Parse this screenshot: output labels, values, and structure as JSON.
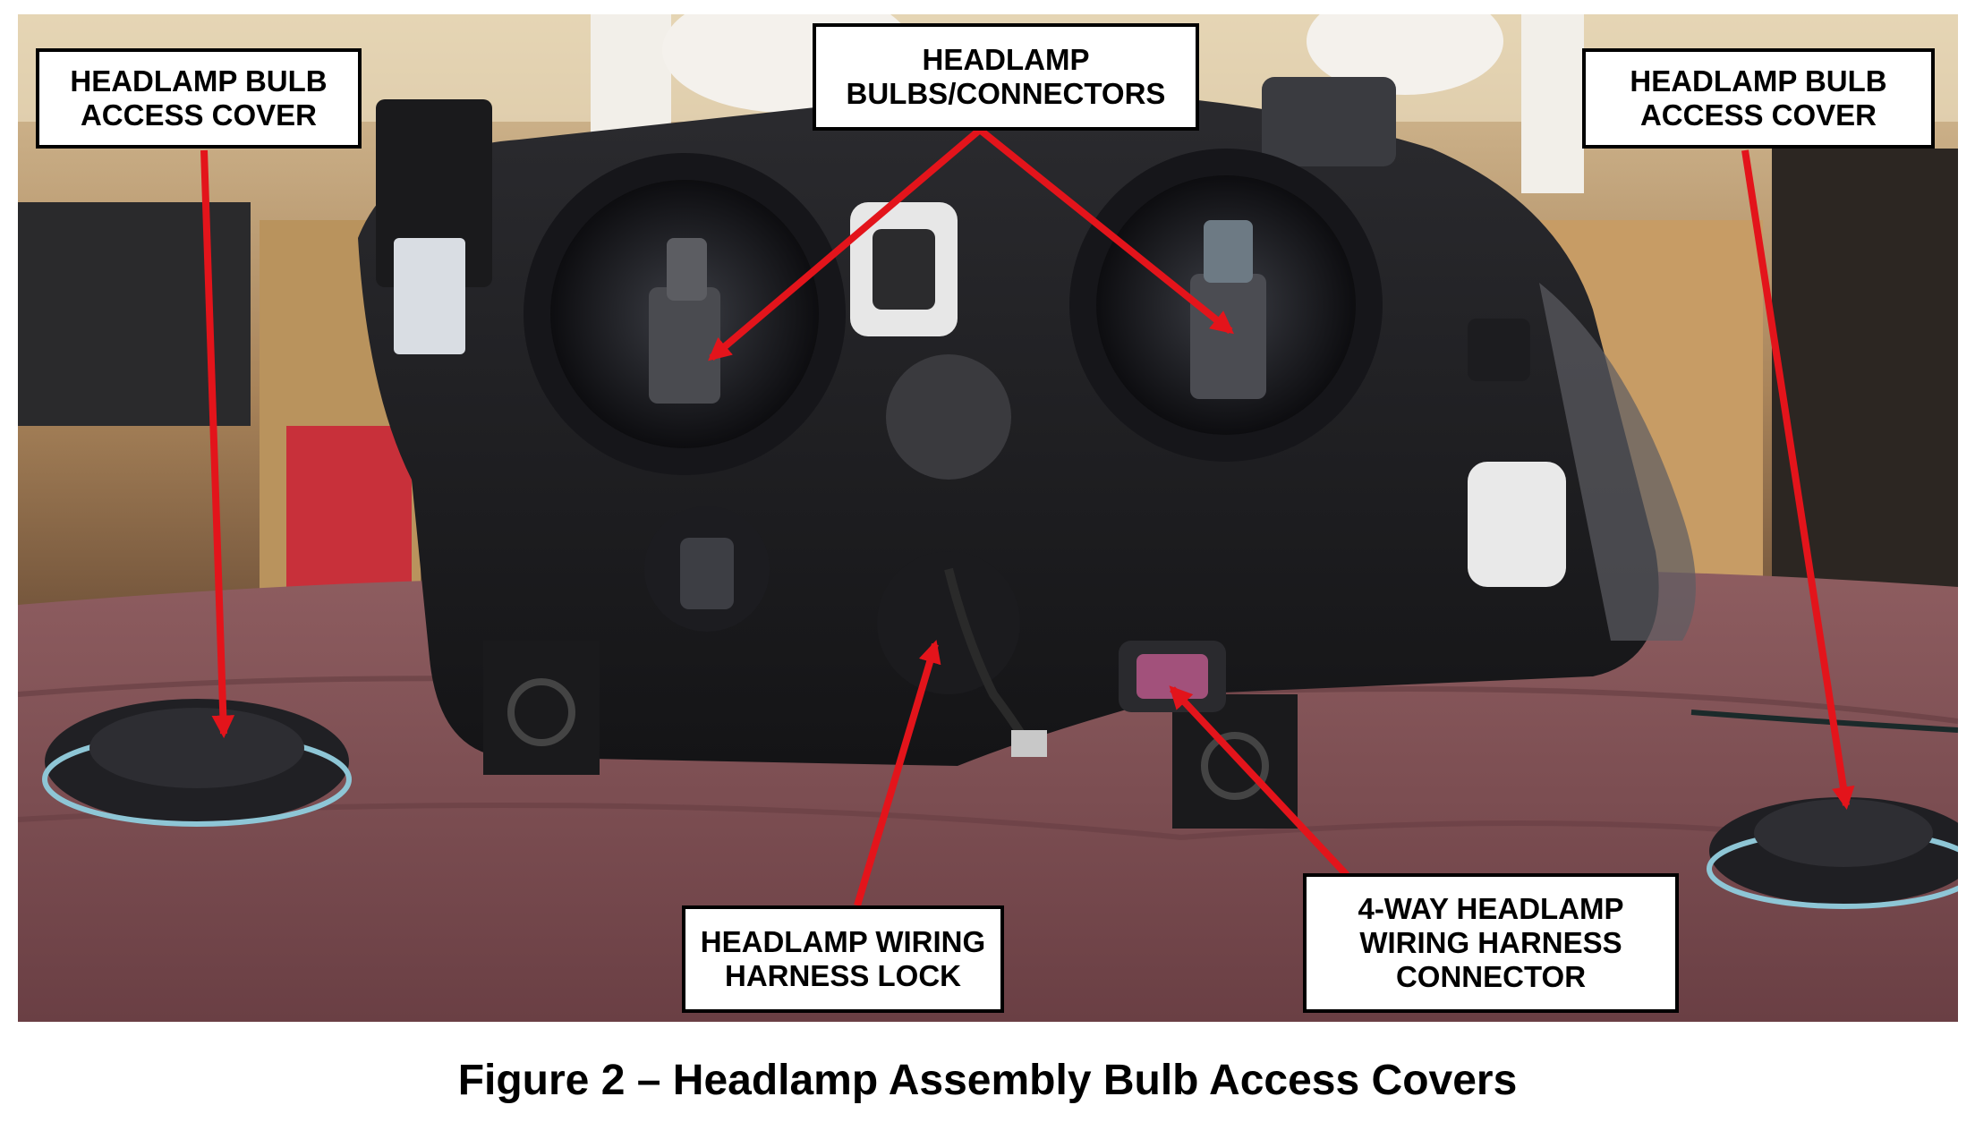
{
  "callouts": {
    "left_cover": {
      "line1": "HEADLAMP BULB",
      "line2": "ACCESS COVER"
    },
    "bulbs": {
      "line1": "HEADLAMP",
      "line2": "BULBS/CONNECTORS"
    },
    "right_cover": {
      "line1": "HEADLAMP BULB",
      "line2": "ACCESS COVER"
    },
    "lock": {
      "line1": "HEADLAMP WIRING",
      "line2": "HARNESS LOCK"
    },
    "connector": {
      "line1": "4-WAY HEADLAMP",
      "line2": "WIRING HARNESS",
      "line3": "CONNECTOR"
    }
  },
  "caption": "Figure 2 – Headlamp Assembly Bulb Access Covers",
  "colors": {
    "arrow": "#e3141b",
    "cloth": "#7a4a4e",
    "housing": "#1f1f22",
    "background_wall": "#c9a77a"
  }
}
